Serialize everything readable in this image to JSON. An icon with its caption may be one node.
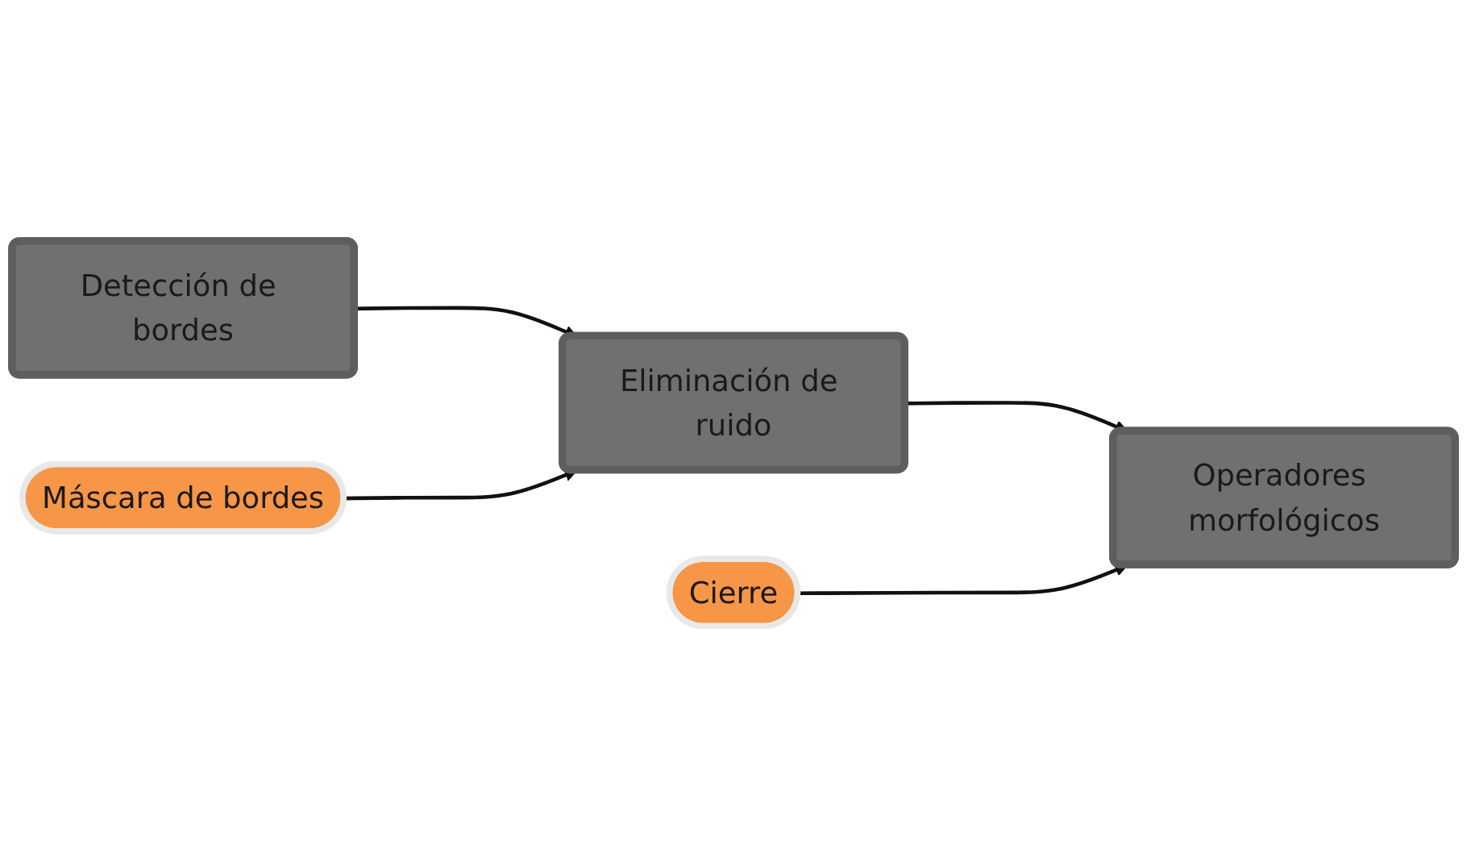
{
  "diagram": {
    "nodes": [
      {
        "text": [
          "Detección de bordes"
        ]
      },
      {
        "text": [
          "Eliminación de ruido"
        ]
      },
      {
        "text": [
          "Operadores morfológicos"
        ]
      },
      {
        "text": [
          "Cierre"
        ]
      },
      {
        "text": [
          "Máscara de bordes"
        ]
      }
    ],
    "edges": [
      {
        "from": 0,
        "to": 1,
        "arrow": "to"
      },
      {
        "from": 1,
        "to": 2,
        "arrow": "to"
      },
      {
        "from": 3,
        "to": 2,
        "arrow": "to"
      },
      {
        "from": 4,
        "to": 1,
        "arrow": "to"
      }
    ]
  }
}
